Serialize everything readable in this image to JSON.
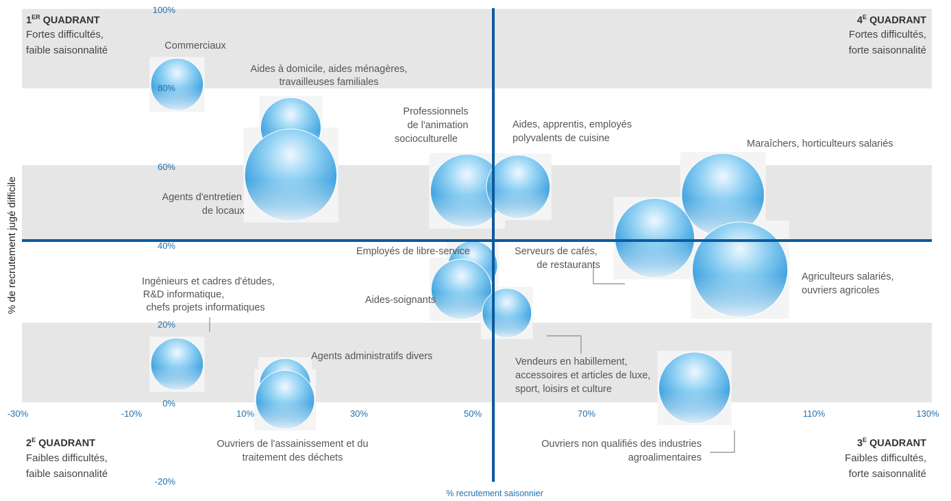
{
  "chart_data": {
    "type": "bubble",
    "xlabel": "% recrutement saisonnier",
    "ylabel": "% de recrutement  jugé difficile",
    "x_ticks": [
      "-30%",
      "-10%",
      "10%",
      "30%",
      "50%",
      "70%",
      "110%",
      "130%"
    ],
    "y_ticks": [
      "100%",
      "80%",
      "60%",
      "40%",
      "20%",
      "0%",
      "-20%"
    ],
    "bubbles": [
      {
        "label": "Commerciaux",
        "x": -2,
        "y": 81,
        "size": 0.66
      },
      {
        "label": "Aides à domicile, aides ménagères, travailleuses familiales",
        "x": 18,
        "y": 70,
        "size": 0.76
      },
      {
        "label": "Agents d'entretien de locaux",
        "x": 18,
        "y": 58,
        "size": 1.16
      },
      {
        "label": "Professionnels de l'animation socioculturelle",
        "x": 49,
        "y": 54,
        "size": 0.92
      },
      {
        "label": "Aides, apprentis, employés polyvalents de cuisine",
        "x": 58,
        "y": 55,
        "size": 0.8
      },
      {
        "label": "Maraîchers, horticulteurs salariés",
        "x": 94,
        "y": 53,
        "size": 1.04
      },
      {
        "label": "Serveurs de cafés, de restaurants",
        "x": 82,
        "y": 42,
        "size": 1.0
      },
      {
        "label": "Agriculteurs salariés, ouvriers agricoles",
        "x": 97,
        "y": 34,
        "size": 1.2
      },
      {
        "label": "Employés de libre-service",
        "x": 50,
        "y": 35,
        "size": 0.62
      },
      {
        "label": "Aides-soignants",
        "x": 48,
        "y": 29,
        "size": 0.76
      },
      {
        "label": "Vendeurs en habillement, accessoires et articles de luxe, sport, loisirs et culture",
        "x": 56,
        "y": 23,
        "size": 0.62
      },
      {
        "label": "Ingénieurs et cadres d'études, R&D informatique, chefs projets informatiques",
        "x": -2,
        "y": 10,
        "size": 0.66
      },
      {
        "label": "Agents administratifs divers",
        "x": 17,
        "y": 5,
        "size": 0.64
      },
      {
        "label": "Ouvriers de l'assainissement et du traitement des déchets",
        "x": 17,
        "y": 1,
        "size": 0.74
      },
      {
        "label": "Ouvriers non qualifiés des industries agroalimentaires",
        "x": 89,
        "y": 4,
        "size": 0.9
      }
    ]
  },
  "quadrants": {
    "q1": {
      "title_main": "1",
      "title_sup": "ER",
      "title_rest": " QUADRANT",
      "line1": "Fortes difficultés,",
      "line2": "faible saisonnalité"
    },
    "q2": {
      "title_main": "2",
      "title_sup": "E",
      "title_rest": " QUADRANT",
      "line1": "Faibles difficultés,",
      "line2": "faible saisonnalité"
    },
    "q3": {
      "title_main": "3",
      "title_sup": "E",
      "title_rest": " QUADRANT",
      "line1": "Faibles difficultés,",
      "line2": "forte saisonnalité"
    },
    "q4": {
      "title_main": "4",
      "title_sup": "E",
      "title_rest": " QUADRANT",
      "line1": "Fortes difficultés,",
      "line2": "forte saisonnalité"
    }
  },
  "labels": {
    "commerciaux": [
      "Commerciaux"
    ],
    "aides_domicile": [
      "Aides à domicile, aides ménagères,",
      "travailleuses familiales"
    ],
    "agents_entretien": [
      "Agents d'entretien",
      "de locaux"
    ],
    "animation": [
      "Professionnels",
      "de l'animation",
      "socioculturelle"
    ],
    "cuisine": [
      "Aides, apprentis, employés",
      "polyvalents de cuisine"
    ],
    "maraichers": [
      "Maraîchers, horticulteurs salariés"
    ],
    "serveurs": [
      "Serveurs de cafés,",
      "de restaurants"
    ],
    "agriculteurs": [
      "Agriculteurs salariés,",
      "ouvriers agricoles"
    ],
    "libre_service": [
      "Employés de libre-service"
    ],
    "aides_soignants": [
      "Aides-soignants"
    ],
    "vendeurs": [
      "Vendeurs en habillement,",
      "accessoires et articles de luxe,",
      "sport, loisirs et culture"
    ],
    "ingenieurs": [
      "Ingénieurs et cadres d'études,",
      "R&D informatique,",
      "chefs projets informatiques"
    ],
    "administratifs": [
      "Agents administratifs divers"
    ],
    "assainissement": [
      "Ouvriers de l'assainissement et du",
      "traitement des déchets"
    ],
    "agroalimentaires": [
      "Ouvriers non qualifiés des industries",
      "agroalimentaires"
    ]
  },
  "colors": {
    "axis_blue": "#0b5a9e",
    "bubble_light": "#ffffff",
    "bubble_mid": "#7cc3ee",
    "bubble_dark": "#2f96d8",
    "band": "#e6e6e6"
  }
}
